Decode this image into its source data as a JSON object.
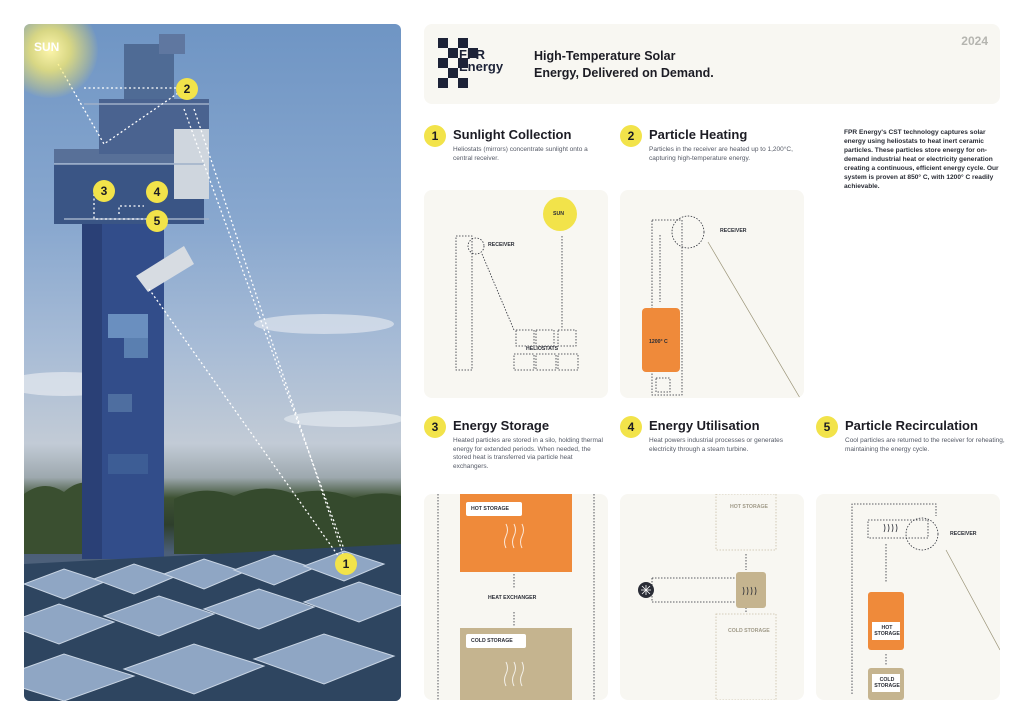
{
  "photo": {
    "sun_label": "SUN",
    "markers": [
      "1",
      "2",
      "3",
      "4",
      "5"
    ]
  },
  "header": {
    "brand_line1": "FPR",
    "brand_line2": "Energy",
    "tagline_line1": "High-Temperature Solar",
    "tagline_line2": "Energy, Delivered on Demand.",
    "year": "2024"
  },
  "steps": [
    {
      "num": "1",
      "title": "Sunlight Collection",
      "desc": "Heliostats (mirrors) concentrate sunlight onto a central receiver."
    },
    {
      "num": "2",
      "title": "Particle Heating",
      "desc": "Particles in the receiver are heated up to 1,200°C, capturing high-temperature energy."
    },
    {
      "num": "3",
      "title": "Energy Storage",
      "desc": "Heated particles are stored in a silo, holding thermal energy for extended periods. When needed, the stored heat is transferred via particle heat exchangers."
    },
    {
      "num": "4",
      "title": "Energy Utilisation",
      "desc": "Heat powers industrial processes or generates electricity through a steam turbine."
    },
    {
      "num": "5",
      "title": "Particle Recirculation",
      "desc": "Cool particles are returned to the receiver for reheating, maintaining the energy cycle."
    }
  ],
  "intro": "FPR Energy's CST technology captures solar energy using heliostats to heat inert ceramic particles. These particles store energy for on-demand industrial heat or electricity generation creating a continuous, efficient energy cycle. Our system is proven at 850° C, with 1200° C readily achievable.",
  "diagrams": {
    "d1": {
      "receiver": "RECEIVER",
      "sun": "SUN",
      "heliostats": "HELIOSTATS"
    },
    "d2": {
      "receiver": "RECEIVER",
      "temp": "1200° C"
    },
    "d3": {
      "hot": "HOT STORAGE",
      "exchanger": "HEAT EXCHANGER",
      "cold": "COLD STORAGE"
    },
    "d4": {
      "hot": "HOT STORAGE",
      "cold": "COLD STORAGE"
    },
    "d5": {
      "receiver": "RECEIVER",
      "hot": "HOT STORAGE",
      "cold": "COLD STORAGE"
    }
  },
  "colors": {
    "accent_yellow": "#f2e34a",
    "hot_orange": "#ef8a3a",
    "cold_tan": "#c5b48f",
    "panel_bg": "#f8f7f2"
  }
}
